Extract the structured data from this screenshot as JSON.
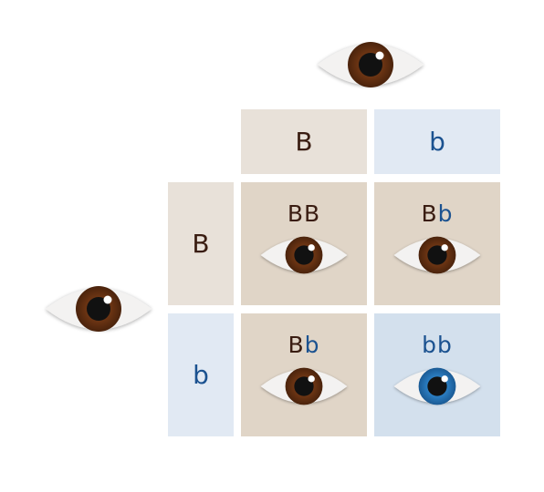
{
  "header_columns": [
    {
      "allele": "B",
      "type": "dominant"
    },
    {
      "allele": "b",
      "type": "recessive"
    }
  ],
  "header_rows": [
    {
      "allele": "B",
      "type": "dominant"
    },
    {
      "allele": "b",
      "type": "recessive"
    }
  ],
  "cells": [
    {
      "a1": "B",
      "a2": "B",
      "eye": "brown"
    },
    {
      "a1": "B",
      "a2": "b",
      "eye": "brown"
    },
    {
      "a1": "B",
      "a2": "b",
      "eye": "brown"
    },
    {
      "a1": "b",
      "a2": "b",
      "eye": "blue"
    }
  ],
  "parent_eyes": {
    "top": "brown",
    "left": "brown"
  },
  "colors": {
    "dominant_text": "#3a1d12",
    "recessive_text": "#1b5290",
    "brown_iris": "#6b3413",
    "blue_iris": "#1f6fb0"
  }
}
